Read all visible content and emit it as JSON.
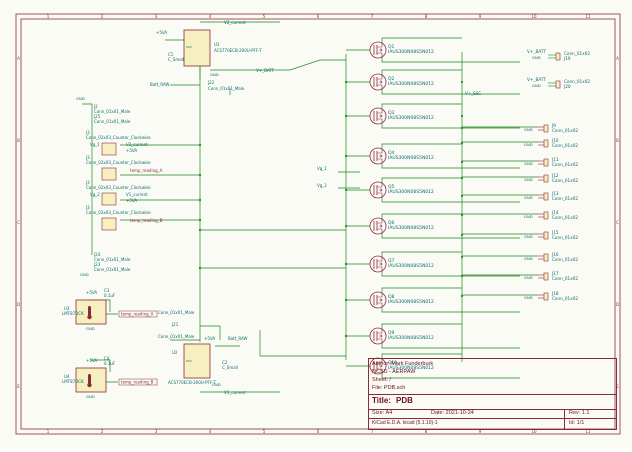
{
  "sheet": {
    "column_labels": [
      "1",
      "2",
      "3",
      "4",
      "5",
      "6",
      "7",
      "8",
      "9",
      "10",
      "11"
    ],
    "row_labels": [
      "A",
      "B",
      "C",
      "D",
      "E"
    ]
  },
  "components": {
    "J2": {
      "ref": "J2",
      "value": "Conn_01x01_Male"
    },
    "J25": {
      "ref": "J25",
      "value": "Conn_01x01_Male"
    },
    "J3": {
      "ref": "J3",
      "value": "Conn_02x03_Counter_Clockwise"
    },
    "J23": {
      "ref": "J23",
      "value": "Conn_01x01_Male"
    },
    "J24": {
      "ref": "J24",
      "value": "Conn_01x01_Male"
    },
    "J21": {
      "ref": "J21",
      "value": "Conn_01x01_Male"
    },
    "J22": {
      "ref": "J22",
      "value": "Conn_01x01_Male"
    },
    "U1": {
      "ref": "U1",
      "value": "ACS770ECB-200U-PFF-T"
    },
    "U2": {
      "ref": "U2",
      "value": "ACS770ECB-200U-PFF-T"
    },
    "U3": {
      "ref": "U3",
      "value": "LMT87DCK"
    },
    "U4": {
      "ref": "U4",
      "value": "LMT87DCK"
    },
    "C1": {
      "ref": "C1",
      "value": "C_Small"
    },
    "C2": {
      "ref": "C2",
      "value": "C_Small"
    },
    "C3": {
      "ref": "C3",
      "value": "0.1uF"
    },
    "C4": {
      "ref": "C4",
      "value": "0.1uF"
    },
    "mosfets": [
      {
        "ref": "Q1",
        "value": "IAUS300N08S5N012"
      },
      {
        "ref": "Q2",
        "value": "IAUS300N08S5N012"
      },
      {
        "ref": "Q3",
        "value": "IAUS300N08S5N012"
      },
      {
        "ref": "Q4",
        "value": "IAUS300N08S5N012"
      },
      {
        "ref": "Q5",
        "value": "IAUS300N08S5N012"
      },
      {
        "ref": "Q6",
        "value": "IAUS300N08S5N012"
      },
      {
        "ref": "Q7",
        "value": "IAUS300N08S5N012"
      },
      {
        "ref": "Q8",
        "value": "IAUS300N08S5N012"
      },
      {
        "ref": "Q9",
        "value": "IAUS300N08S5N012"
      },
      {
        "ref": "Q10",
        "value": "IAUS300N08S5N012"
      }
    ],
    "vbatt_connectors": [
      {
        "ref": "J19",
        "value": "Conn_01x02",
        "net": "V+_BATT"
      },
      {
        "ref": "J20",
        "value": "Conn_01x02",
        "net": "V+_BATT"
      }
    ],
    "output_connectors": [
      {
        "ref": "J9",
        "value": "Conn_01x02"
      },
      {
        "ref": "J10",
        "value": "Conn_01x02"
      },
      {
        "ref": "J11",
        "value": "Conn_01x02"
      },
      {
        "ref": "J12",
        "value": "Conn_01x02"
      },
      {
        "ref": "J13",
        "value": "Conn_01x02"
      },
      {
        "ref": "J14",
        "value": "Conn_01x02"
      },
      {
        "ref": "J15",
        "value": "Conn_01x02"
      },
      {
        "ref": "J16",
        "value": "Conn_01x02"
      },
      {
        "ref": "J17",
        "value": "Conn_01x02"
      },
      {
        "ref": "J18",
        "value": "Conn_01x02"
      }
    ]
  },
  "nets": {
    "v2_current": "V2_current",
    "v1_current": "V1_current",
    "vbatt": "V+_BATT",
    "vesc": "V+_ESC",
    "batt_raw": "Batt_RAW",
    "power_5v": "+5VA",
    "gnd": "GND",
    "vg1": "Vg_1",
    "vg2": "Vg_2",
    "temp_a": "temp_reading_A",
    "temp_b": "temp_reading_B"
  },
  "title_block": {
    "author": "Author: Mark Funderburk",
    "company": "NCSU - AERPAW",
    "sheet_label": "Sheet: /",
    "file_label": "File: PDB.sch",
    "title_label": "Title:",
    "title_value": "PDB",
    "size_label": "Size: A4",
    "date_label": "Date: 2021-10-24",
    "rev_label": "Rev: 1.1",
    "tool_label": "KiCad E.D.A.  kicad (5.1.10)-1",
    "id_label": "Id: 1/1"
  }
}
